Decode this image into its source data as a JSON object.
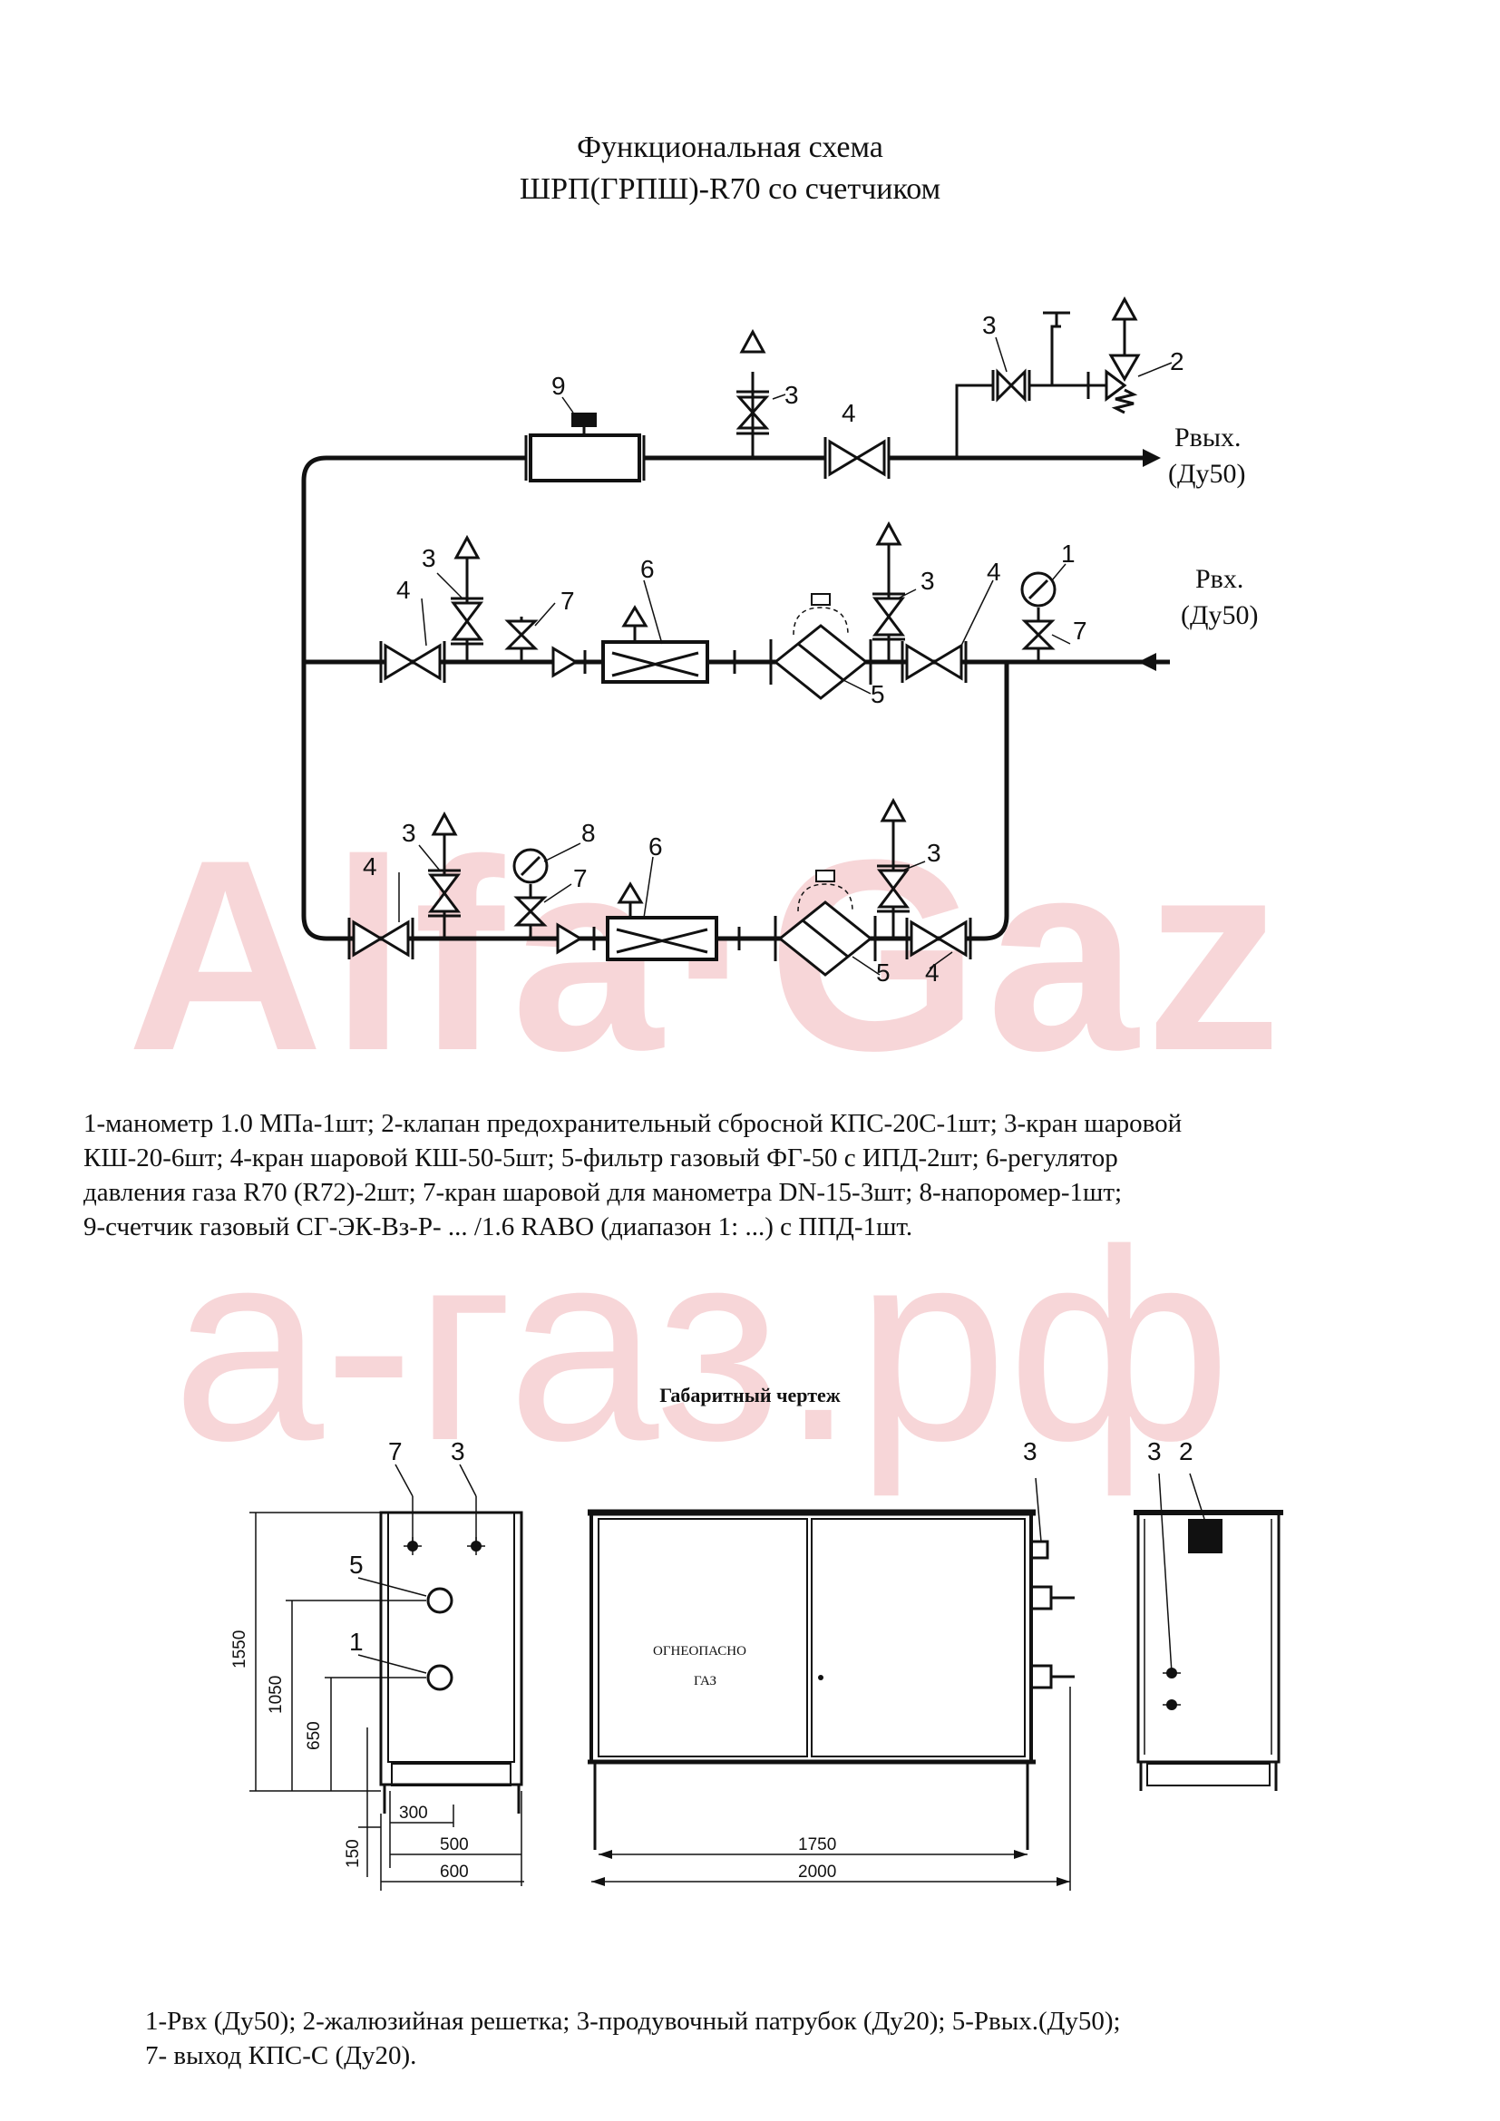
{
  "watermark": {
    "brand": "Alfa·Gaz",
    "site": "а-газ.рф"
  },
  "title": {
    "line1": "Функциональная схема",
    "line2": "ШРП(ГРПШ)-R70 со счетчиком"
  },
  "scheme_labels": {
    "outlet": "Рвых.",
    "outlet_dn": "(Ду50)",
    "inlet": "Рвх.",
    "inlet_dn": "(Ду50)",
    "n1": "1",
    "n2": "2",
    "n3": "3",
    "n4": "4",
    "n5": "5",
    "n6": "6",
    "n7": "7",
    "n8": "8",
    "n9": "9"
  },
  "legend_scheme": [
    "1-манометр 1.0 МПа-1шт; 2-клапан предохранительный сбросной КПС-20С-1шт; 3-кран шаровой",
    "КШ-20-6шт; 4-кран шаровой КШ-50-5шт; 5-фильтр газовый ФГ-50 с ИПД-2шт; 6-регулятор",
    "давления газа R70 (R72)-2шт; 7-кран шаровой для манометра DN-15-3шт; 8-напоромер-1шт;",
    "9-счетчик газовый СГ-ЭК-Вз-Р- ... /1.6 RABO (диапазон 1: ...) с ППД-1шт."
  ],
  "dimension_drawing": {
    "title": "Габаритный чертеж",
    "door_text_1": "ОГНЕОПАСНО",
    "door_text_2": "ГАЗ",
    "dims": {
      "h1550": "1550",
      "h1050": "1050",
      "h650": "650",
      "h150": "150",
      "w300": "300",
      "w500": "500",
      "w600": "600",
      "w1750": "1750",
      "w2000": "2000"
    },
    "callouts": {
      "c7": "7",
      "c3a": "3",
      "c5": "5",
      "c1": "1",
      "c3b": "3",
      "c3c": "3",
      "c2": "2"
    }
  },
  "legend_drawing": [
    "1-Рвх (Ду50); 2-жалюзийная решетка; 3-продувочный патрубок (Ду20); 5-Рвых.(Ду50);",
    "7- выход КПС-С (Ду20)."
  ]
}
